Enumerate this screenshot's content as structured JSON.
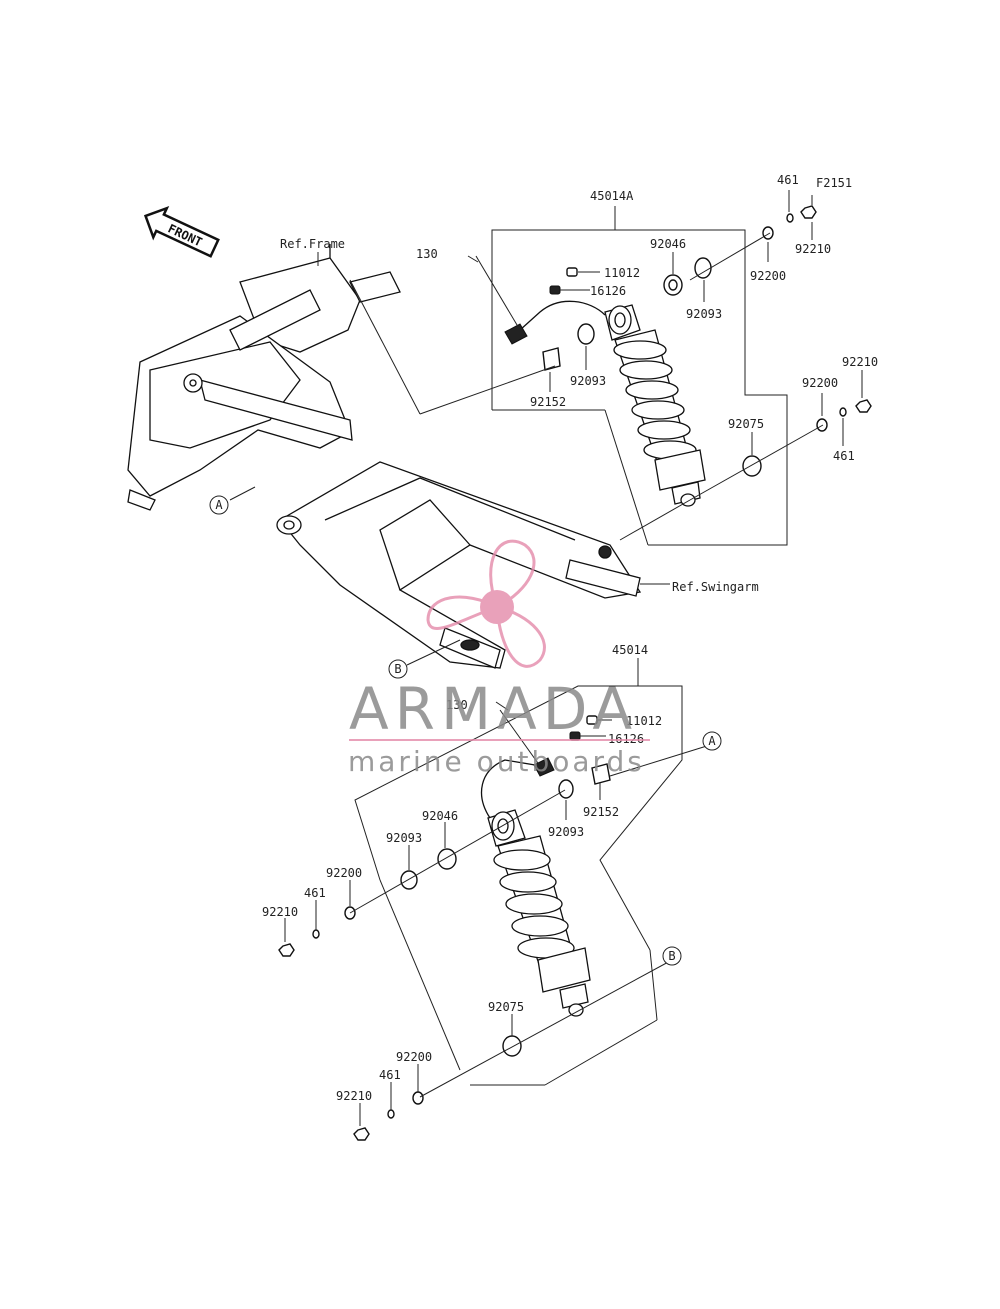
{
  "direction_arrow": "FRONT",
  "refs": {
    "frame": "Ref.Frame",
    "swingarm": "Ref.Swingarm"
  },
  "markers": {
    "a": "A",
    "b": "B"
  },
  "upper_assembly": {
    "assembly": "45014A",
    "parts": [
      "461",
      "F2151",
      "92210",
      "92200",
      "130",
      "11012",
      "92046",
      "16126",
      "92093",
      "92093",
      "92152",
      "92210",
      "92200",
      "92075",
      "461"
    ]
  },
  "lower_assembly": {
    "assembly": "45014",
    "parts": [
      "130",
      "11012",
      "16126",
      "92152",
      "92046",
      "92093",
      "92093",
      "92200",
      "461",
      "92210",
      "92075",
      "92200",
      "461",
      "92210"
    ]
  },
  "watermark": {
    "brand": "ARMADA",
    "tagline": "marine outboards",
    "accent": "#e48aaa"
  }
}
